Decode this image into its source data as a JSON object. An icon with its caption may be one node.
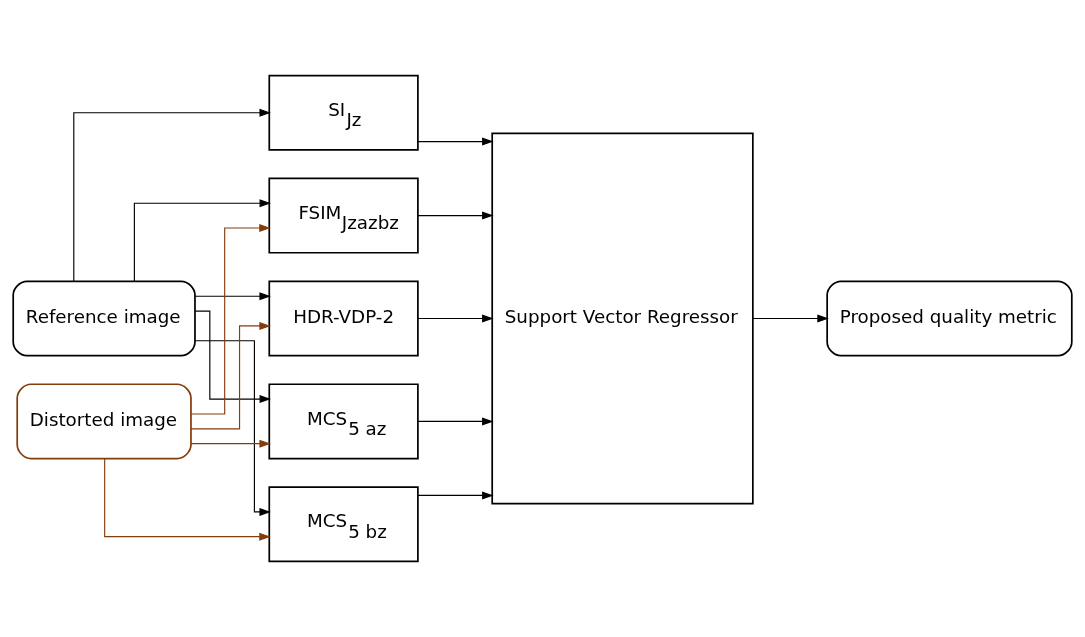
{
  "diagram": {
    "nodes": [
      {
        "text": [
          "Reference image"
        ]
      },
      {
        "text": [
          "Distorted image"
        ]
      },
      {
        "text": [
          "SI$_{Jz}$"
        ]
      },
      {
        "text": [
          "FSIM$_{Jzazbz}$"
        ]
      },
      {
        "text": [
          "HDR-VDP-2"
        ]
      },
      {
        "text": [
          "MCS$_{5 az}$"
        ]
      },
      {
        "text": [
          "MCS$_{5 bz}$"
        ]
      },
      {
        "text": [
          "Support Vector Regressor"
        ]
      },
      {
        "text": [
          "Proposed quality metric"
        ]
      }
    ],
    "edges": [
      {
        "from": 0,
        "to": 2,
        "arrow": "to"
      },
      {
        "from": 0,
        "to": 3,
        "arrow": "to"
      },
      {
        "from": 0,
        "to": 4,
        "arrow": "to"
      },
      {
        "from": 0,
        "to": 5,
        "arrow": "to"
      },
      {
        "from": 0,
        "to": 6,
        "arrow": "to"
      },
      {
        "from": 1,
        "to": 3,
        "arrow": "to",
        "color": "#843c0c"
      },
      {
        "from": 1,
        "to": 4,
        "arrow": "to",
        "color": "#843c0c"
      },
      {
        "from": 1,
        "to": 5,
        "arrow": "to",
        "color": "#843c0c"
      },
      {
        "from": 1,
        "to": 6,
        "arrow": "to",
        "color": "#843c0c"
      },
      {
        "from": 2,
        "to": 7,
        "arrow": "to"
      },
      {
        "from": 3,
        "to": 7,
        "arrow": "to"
      },
      {
        "from": 4,
        "to": 7,
        "arrow": "to"
      },
      {
        "from": 5,
        "to": 7,
        "arrow": "to"
      },
      {
        "from": 6,
        "to": 7,
        "arrow": "to"
      },
      {
        "from": 7,
        "to": 8,
        "arrow": "to"
      }
    ]
  }
}
